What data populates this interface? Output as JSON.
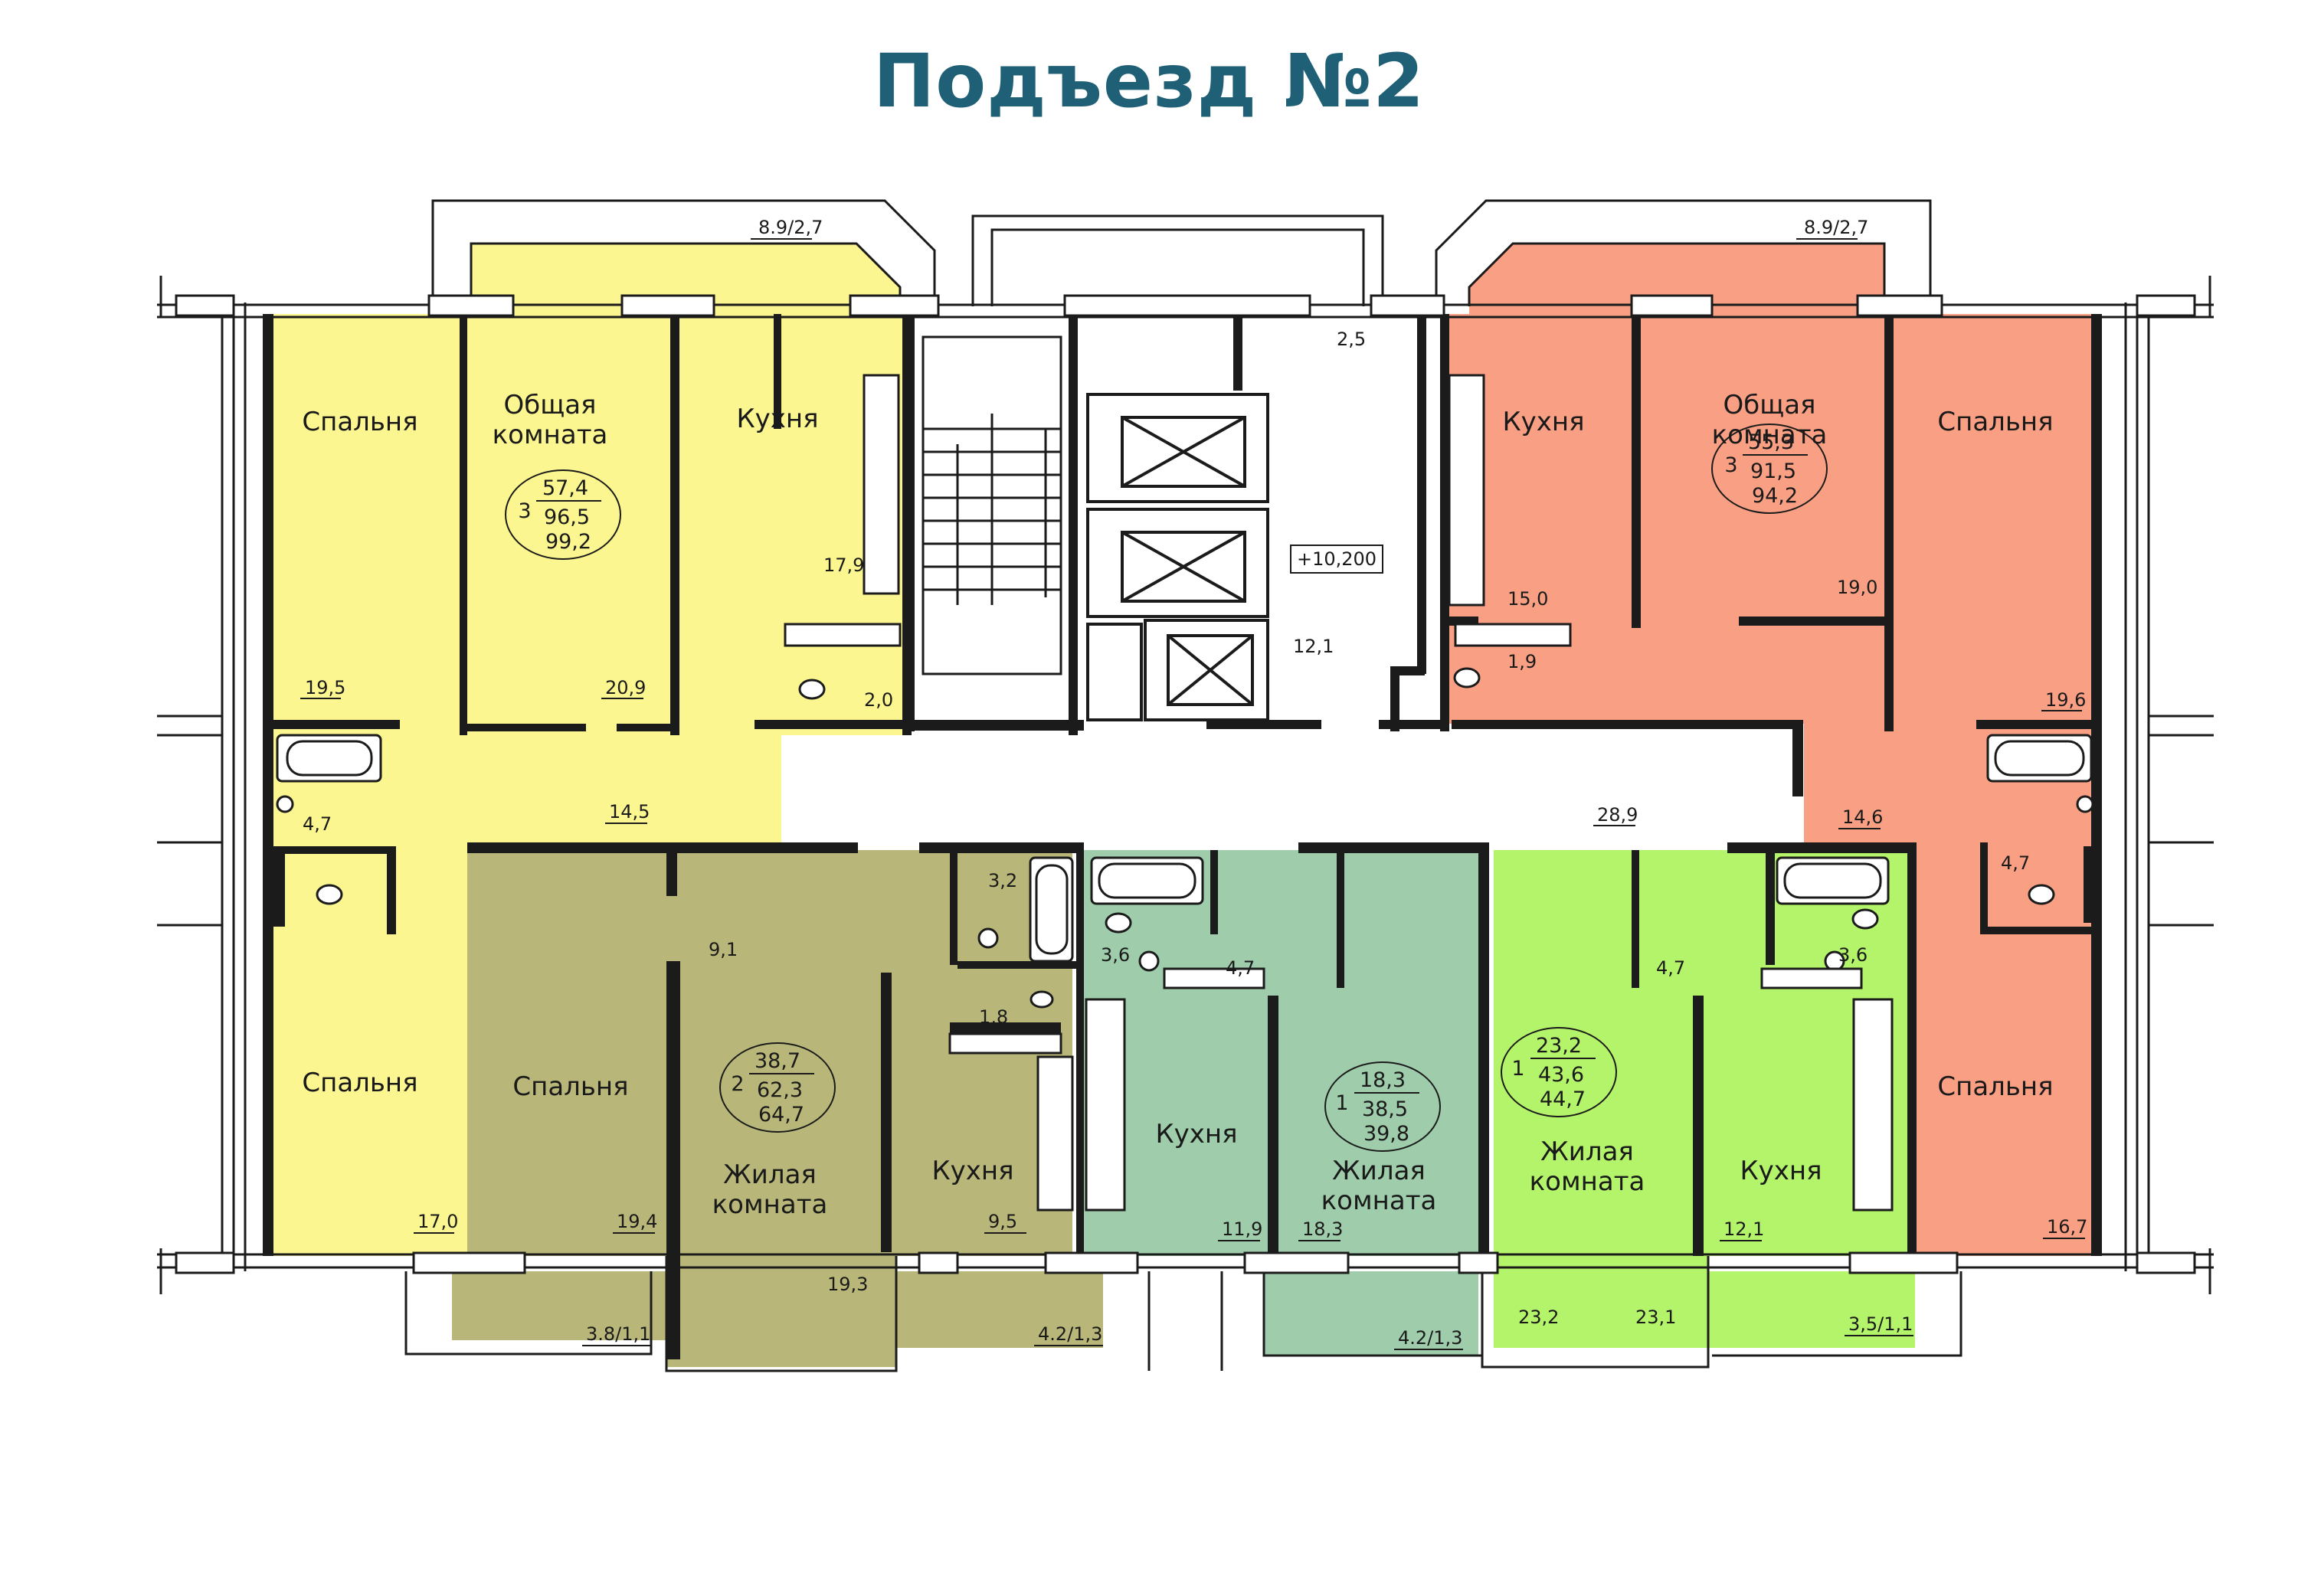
{
  "title": "Подъезд №2",
  "palette": {
    "apt3_left": "#fbf68f",
    "apt2": "#b8b779",
    "apt1_mid": "#9fcdab",
    "apt1_right": "#b4f46a",
    "apt3_right": "#f9a084",
    "walls": "#1b1b1b",
    "title": "#1f6077"
  },
  "elevation_mark": "+10,200",
  "apartments": [
    {
      "id": "apt3_left",
      "oval": {
        "rooms": "3",
        "living": "57,4",
        "total": "96,5",
        "total_balcony": "99,2"
      },
      "rooms": [
        {
          "key": "bedroom_top",
          "label": "Спальня",
          "area": "19,5"
        },
        {
          "key": "common_room",
          "label": "Общая комната",
          "area": "20,9"
        },
        {
          "key": "kitchen",
          "label": "Кухня",
          "area": "17,9"
        },
        {
          "key": "wc",
          "label": "",
          "area": "2,0"
        },
        {
          "key": "hall",
          "label": "",
          "area": "14,5"
        },
        {
          "key": "bath",
          "label": "",
          "area": "4,7"
        },
        {
          "key": "bedroom_bottom",
          "label": "Спальня",
          "area": "17,0"
        },
        {
          "key": "balcony",
          "label": "",
          "area": "8.9/2,7"
        }
      ]
    },
    {
      "id": "apt2",
      "oval": {
        "rooms": "2",
        "living": "38,7",
        "total": "62,3",
        "total_balcony": "64,7"
      },
      "rooms": [
        {
          "key": "bedroom",
          "label": "Спальня",
          "area": "19,4"
        },
        {
          "key": "hall",
          "label": "",
          "area": "9,1"
        },
        {
          "key": "bath",
          "label": "",
          "area": "3,2"
        },
        {
          "key": "wc",
          "label": "",
          "area": "1,8"
        },
        {
          "key": "living",
          "label": "Жилая комната",
          "area": "19,3"
        },
        {
          "key": "kitchen",
          "label": "Кухня",
          "area": "9,5"
        },
        {
          "key": "balcony_left",
          "label": "",
          "area": "3.8/1,1"
        },
        {
          "key": "balcony_right",
          "label": "",
          "area": "4.2/1,3"
        }
      ]
    },
    {
      "id": "apt1_mid",
      "oval": {
        "rooms": "1",
        "living": "18,3",
        "total": "38,5",
        "total_balcony": "39,8"
      },
      "rooms": [
        {
          "key": "bath",
          "label": "",
          "area": "3,6"
        },
        {
          "key": "hall",
          "label": "",
          "area": "4,7"
        },
        {
          "key": "kitchen",
          "label": "Кухня",
          "area": "11,9"
        },
        {
          "key": "living",
          "label": "Жилая комната",
          "area": "18,3"
        },
        {
          "key": "balcony",
          "label": "",
          "area": "4.2/1,3"
        }
      ]
    },
    {
      "id": "apt1_right",
      "oval": {
        "rooms": "1",
        "living": "23,2",
        "total": "43,6",
        "total_balcony": "44,7"
      },
      "rooms": [
        {
          "key": "hall",
          "label": "",
          "area": "4,7"
        },
        {
          "key": "bath",
          "label": "",
          "area": "3,6"
        },
        {
          "key": "living",
          "label": "Жилая комната",
          "area": "23,2"
        },
        {
          "key": "living_alt",
          "label": "",
          "area": "23,1"
        },
        {
          "key": "kitchen",
          "label": "Кухня",
          "area": "12,1"
        },
        {
          "key": "balcony",
          "label": "",
          "area": "3,5/1,1"
        }
      ]
    },
    {
      "id": "apt3_right",
      "oval": {
        "rooms": "3",
        "living": "55,3",
        "total": "91,5",
        "total_balcony": "94,2"
      },
      "rooms": [
        {
          "key": "kitchen",
          "label": "Кухня",
          "area": "15,0"
        },
        {
          "key": "wc",
          "label": "",
          "area": "1,9"
        },
        {
          "key": "common_room",
          "label": "Общая комната",
          "area": "19,0"
        },
        {
          "key": "bedroom_top",
          "label": "Спальня",
          "area": "19,6"
        },
        {
          "key": "hall",
          "label": "",
          "area": "14,6"
        },
        {
          "key": "bath",
          "label": "",
          "area": "4,7"
        },
        {
          "key": "bedroom_bottom",
          "label": "Спальня",
          "area": "16,7"
        },
        {
          "key": "balcony",
          "label": "",
          "area": "8.9/2,7"
        }
      ]
    }
  ],
  "common": [
    {
      "key": "vestibule",
      "area": "2,5"
    },
    {
      "key": "lift_hall",
      "area": "12,1"
    },
    {
      "key": "corridor",
      "area": "28,9"
    }
  ]
}
